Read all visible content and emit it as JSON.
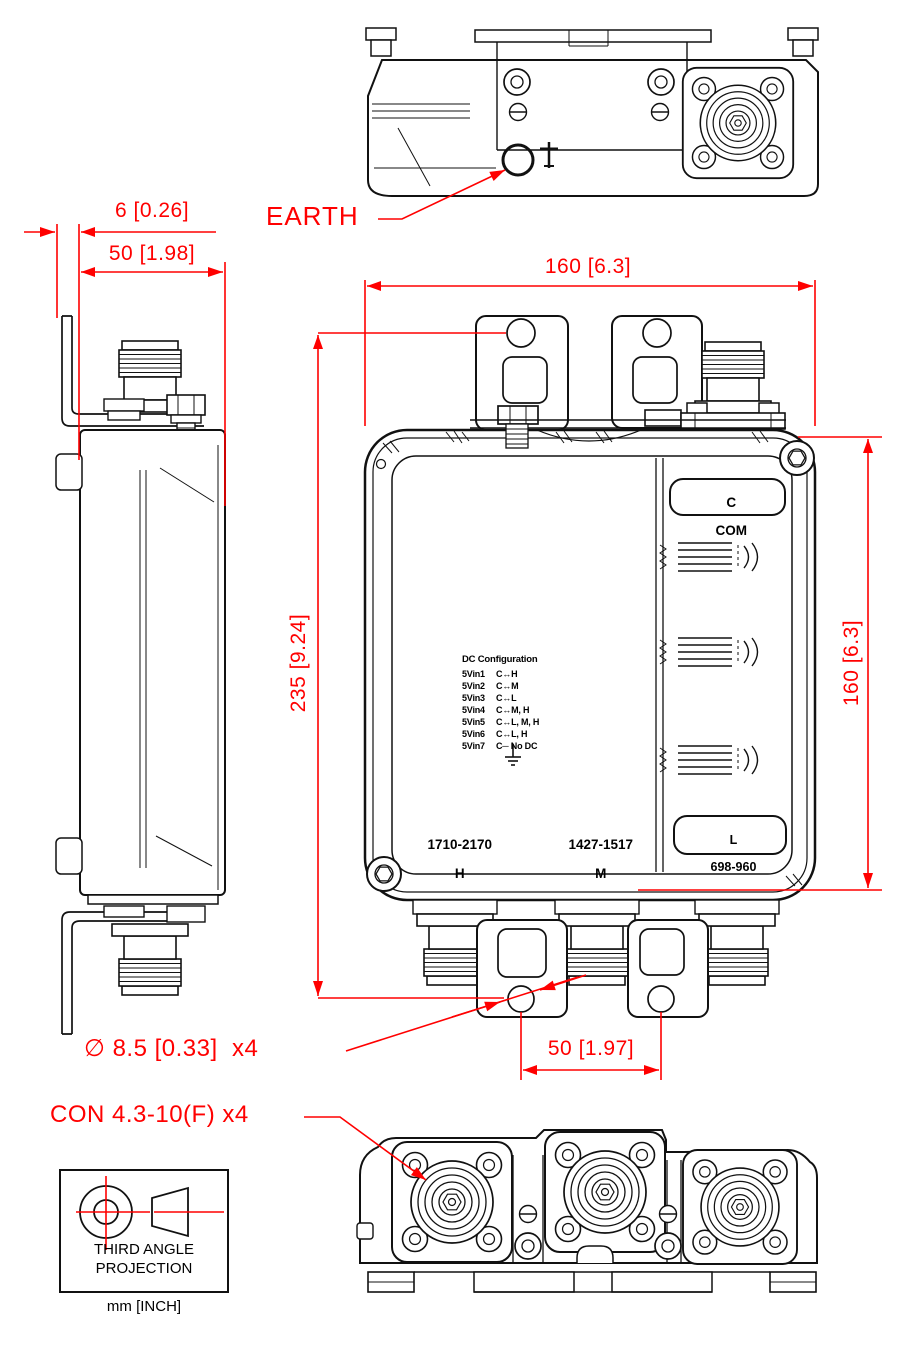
{
  "drawing": {
    "colors": {
      "dimension_red": "#ff0000",
      "line_black": "#111111",
      "background": "#ffffff"
    },
    "dims": {
      "bracket_offset": "6 [0.26]",
      "side_width": "50 [1.98]",
      "overall_width": "160 [6.3]",
      "overall_height": "235 [9.24]",
      "body_height": "160 [6.3]",
      "port_spacing": "50 [1.97]"
    },
    "labels": {
      "earth": "EARTH",
      "mounting_hole": "∅ 8.5 [0.33]  x4",
      "connector": "CON 4.3-10(F) x4"
    },
    "device": {
      "com_port": {
        "line1": "C",
        "line2": "COM"
      },
      "low_port": {
        "line1": "L",
        "line2": "698-960"
      },
      "high_band": {
        "range": "1710-2170",
        "letter": "H"
      },
      "mid_band": {
        "range": "1427-1517",
        "letter": "M"
      },
      "dc_config": {
        "title": "DC Configuration",
        "rows": [
          {
            "pin": "5Vin1",
            "value": "C↔H"
          },
          {
            "pin": "5Vin2",
            "value": "C↔M"
          },
          {
            "pin": "5Vin3",
            "value": "C↔L"
          },
          {
            "pin": "5Vin4",
            "value": "C↔M, H"
          },
          {
            "pin": "5Vin5",
            "value": "C↔L, M, H"
          },
          {
            "pin": "5Vin6",
            "value": "C↔L, H"
          },
          {
            "pin": "5Vin7",
            "value": "C─ No DC"
          }
        ]
      }
    },
    "projection": {
      "line1": "THIRD ANGLE",
      "line2": "PROJECTION",
      "units": "mm [INCH]"
    }
  }
}
